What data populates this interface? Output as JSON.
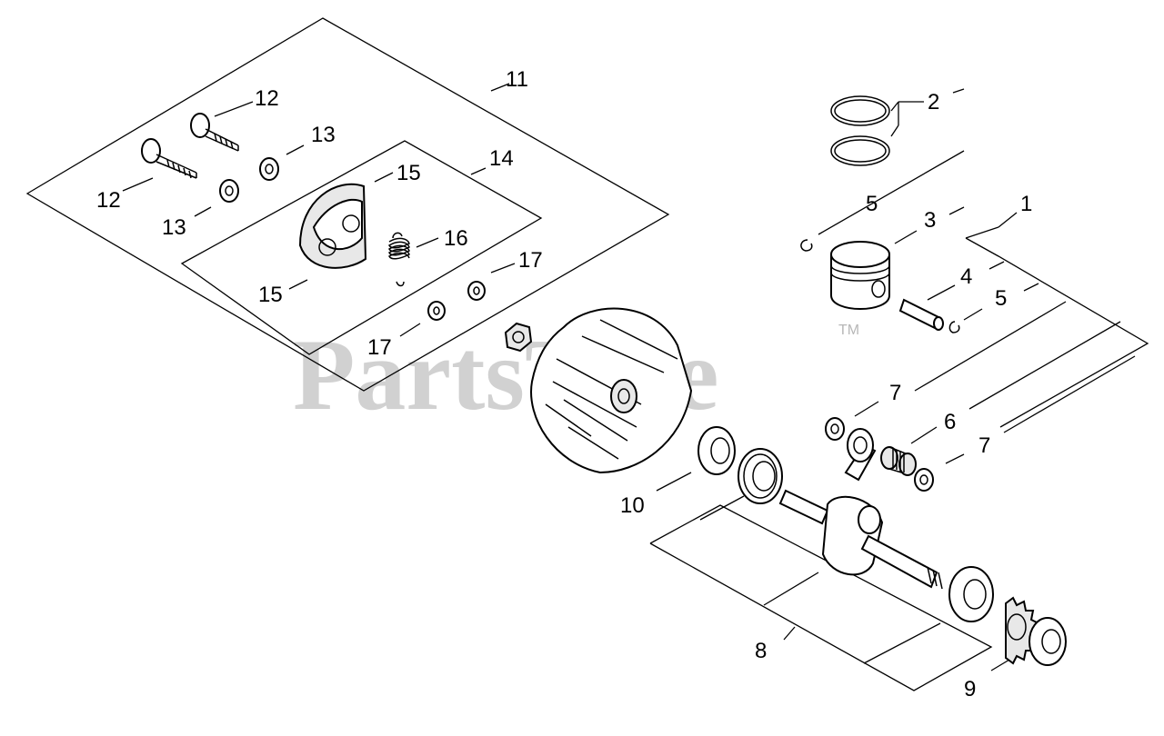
{
  "watermark": {
    "text": "PartsTree",
    "mark": "TM"
  },
  "callouts": {
    "c1": "1",
    "c2": "2",
    "c3": "3",
    "c4": "4",
    "c5a": "5",
    "c5b": "5",
    "c6": "6",
    "c7a": "7",
    "c7b": "7",
    "c8": "8",
    "c9": "9",
    "c10": "10",
    "c11": "11",
    "c12a": "12",
    "c12b": "12",
    "c13a": "13",
    "c13b": "13",
    "c14": "14",
    "c15a": "15",
    "c15b": "15",
    "c16": "16",
    "c17a": "17",
    "c17b": "17"
  }
}
